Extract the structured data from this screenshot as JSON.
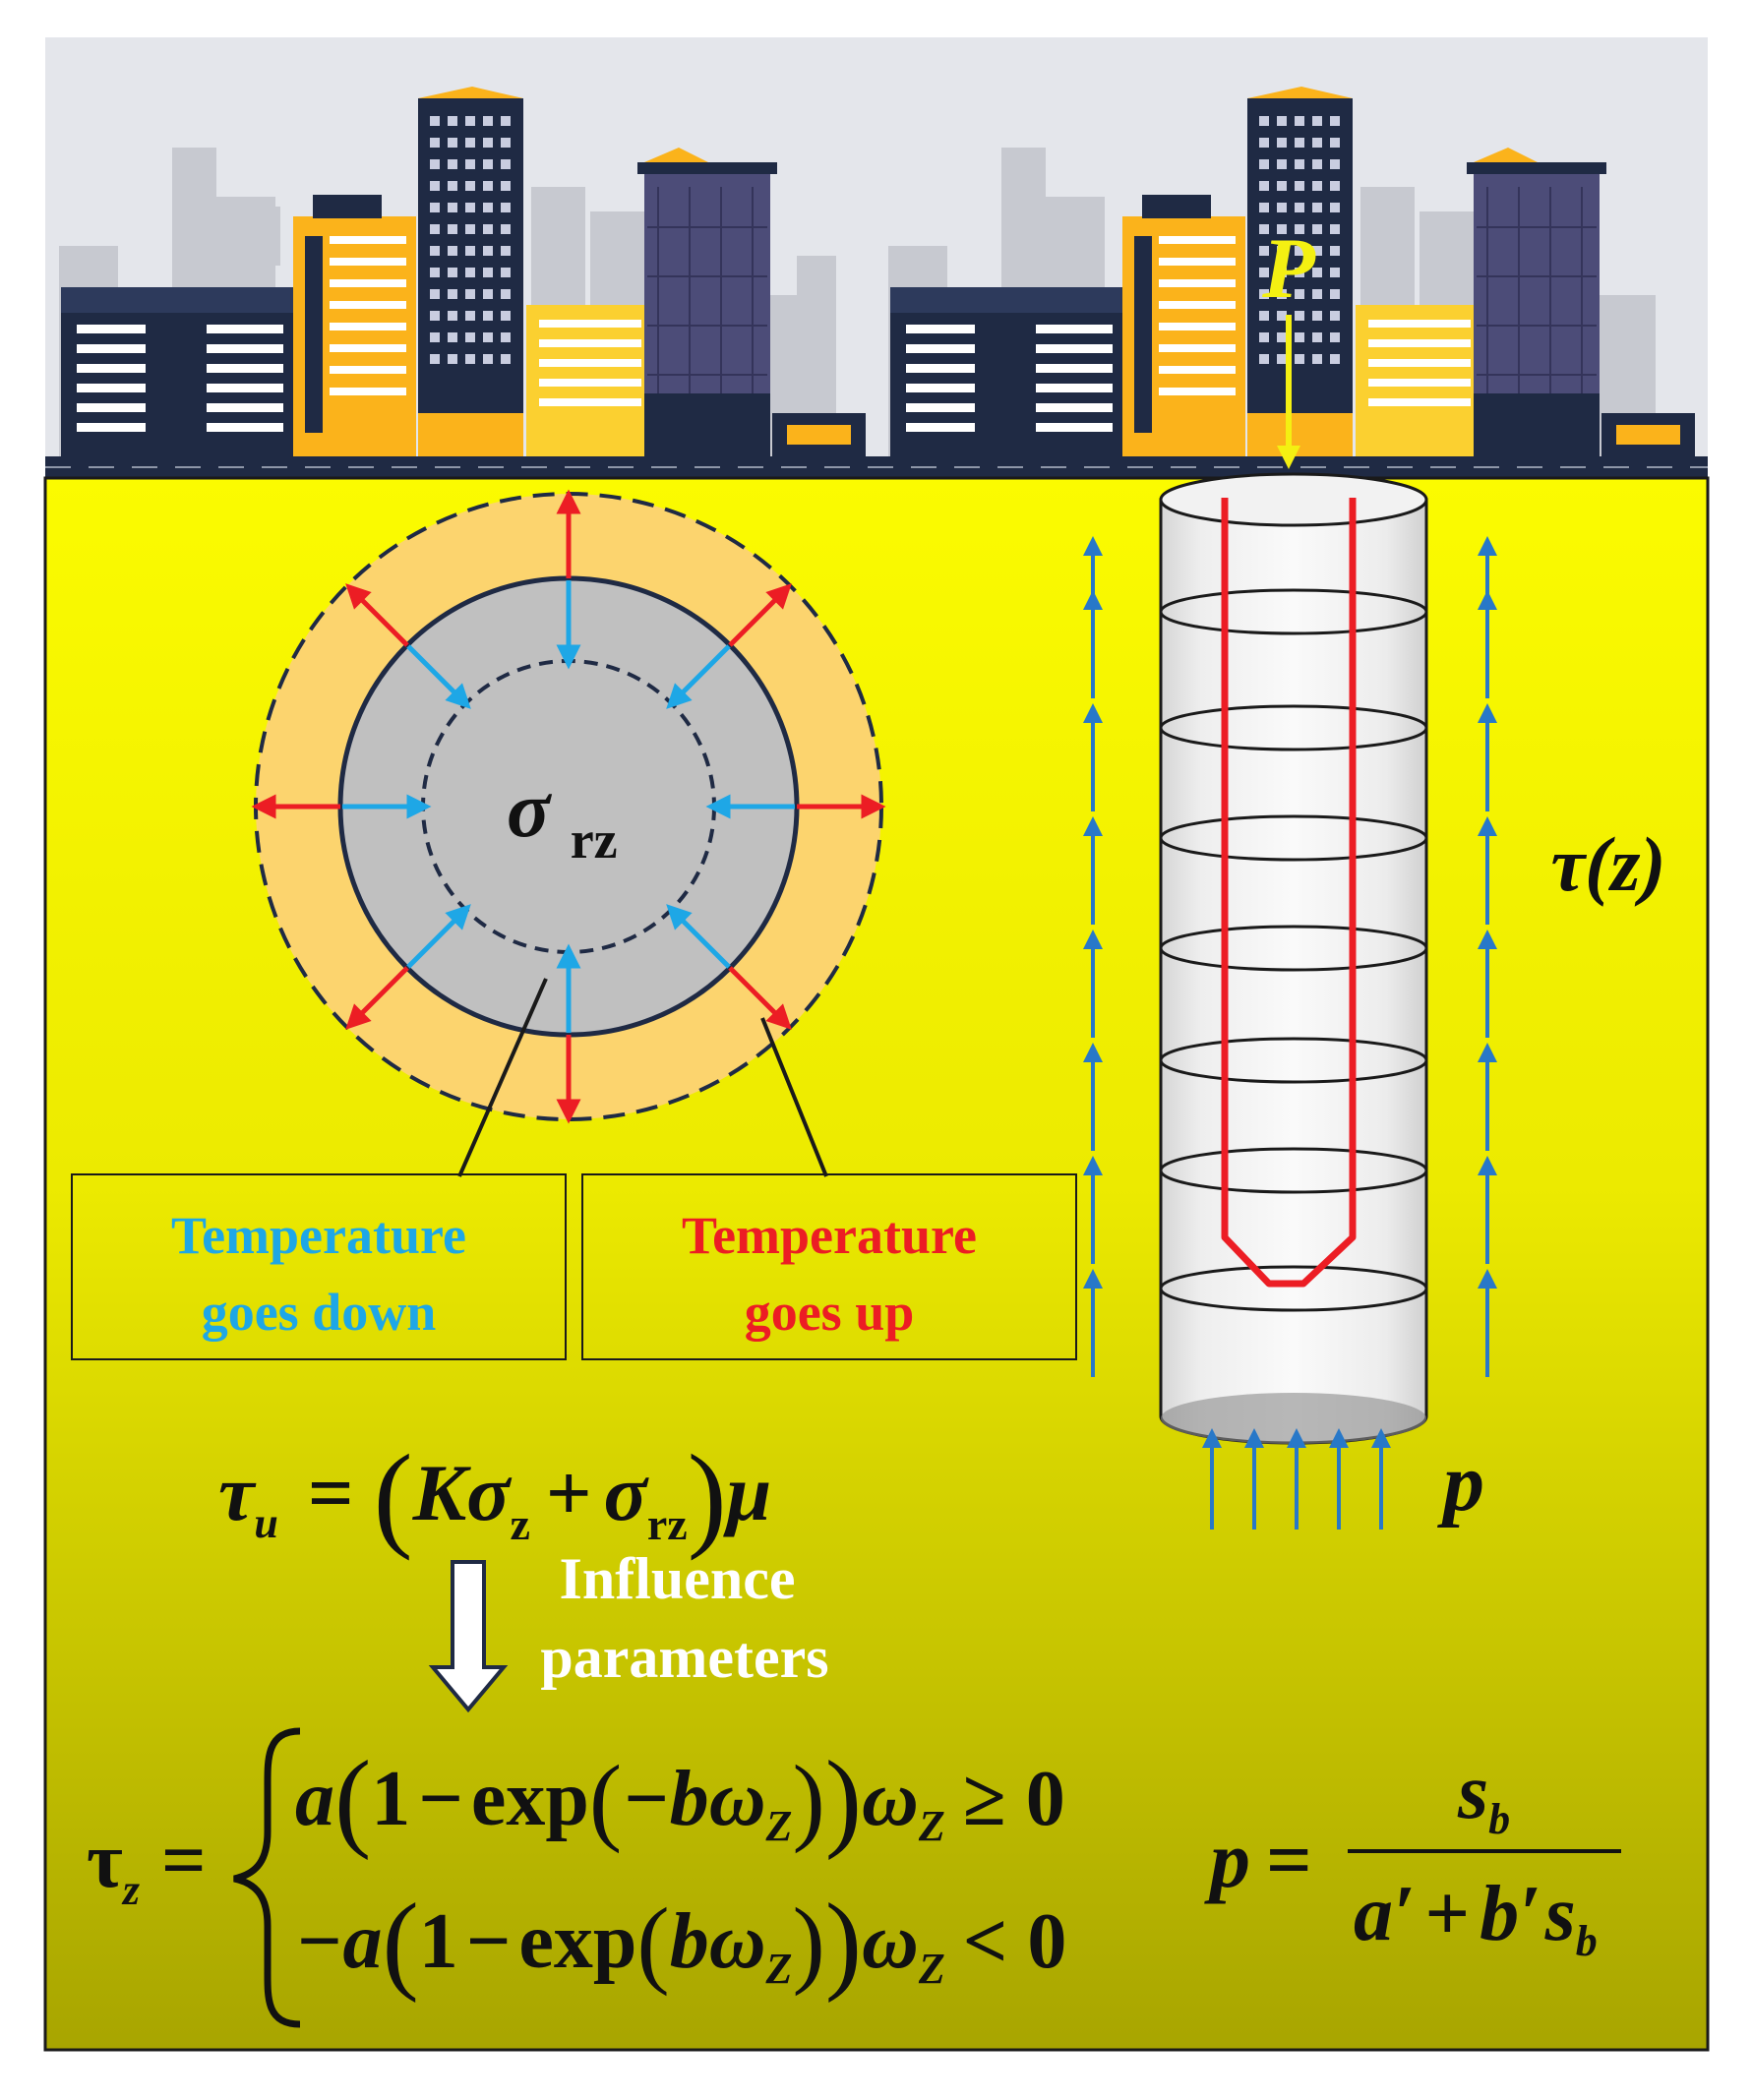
{
  "colors": {
    "sky": "#e4e6eb",
    "soil_top": "#fbfb00",
    "soil_bottom": "#a8a500",
    "cold": "#1ea7e6",
    "hot": "#ec1d24",
    "load_arrow": "#f4f012",
    "flow_arrow": "#2878c8",
    "ring_outer": "#fcd46e",
    "ring_inner": "#c0c0c0",
    "navy": "#1f2a44",
    "building_yellow": "#fbb31b",
    "building_purple": "#4c4c78"
  },
  "load_label": "P",
  "shear_label": "τ(z)",
  "base_label": "p",
  "circle_label": {
    "symbol": "σ",
    "subscript": "rz"
  },
  "boxes": {
    "cooling": {
      "line1": "Temperature",
      "line2": "goes down"
    },
    "heating": {
      "line1": "Temperature",
      "line2": "goes up"
    }
  },
  "influence": {
    "line1": "Influence",
    "line2": "parameters"
  },
  "equations": {
    "tau_u": {
      "lhs": "τ",
      "lhs_sub": "u",
      "eq": "=",
      "k": "K",
      "sigma1": "σ",
      "sub1": "z",
      "plus": "+",
      "sigma2": "σ",
      "sub2": "rz",
      "mu": "μ"
    },
    "tau_z": {
      "lhs": "τ",
      "lhs_sub": "z",
      "eq": "=",
      "case1": {
        "a": "a",
        "one": "1",
        "minus": "−",
        "exp": "exp",
        "arg": "−b",
        "omega": "ω",
        "omega_sub": "Z",
        "cond": "≥ 0"
      },
      "case2": {
        "a": "−a",
        "one": "1",
        "minus": "−",
        "exp": "exp",
        "arg": "b",
        "omega": "ω",
        "omega_sub": "Z",
        "cond": "< 0"
      }
    },
    "p_eq": {
      "lhs": "p",
      "eq": "=",
      "num": "s",
      "num_sub": "b",
      "den_a": "a′",
      "den_plus": "+",
      "den_b": "b′",
      "den_s": "s",
      "den_sub": "b"
    }
  }
}
